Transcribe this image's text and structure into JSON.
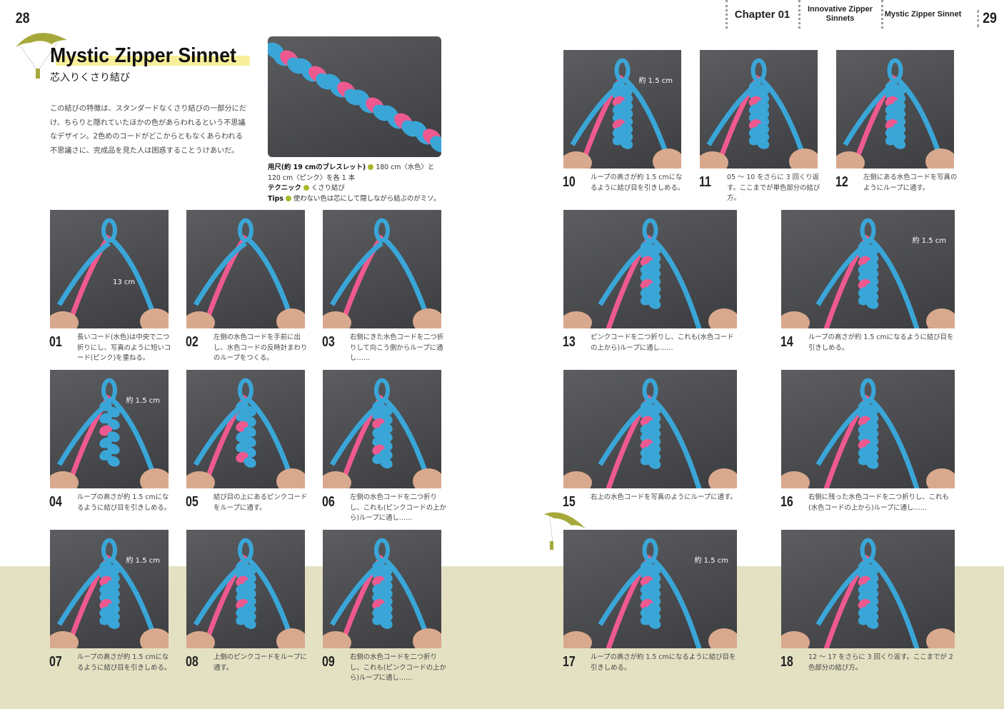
{
  "left_page": {
    "page_number": "28",
    "title": "Mystic Zipper Sinnet",
    "subtitle": "芯入りくさり結び",
    "intro": "この結びの特徴は、スタンダードなくさり結びの一部分にだけ、ちらりと隠れていたほかの色があらわれるという不思議なデザイン。2色めのコードがどこからともなくあらわれる不思議さに、完成品を見た人は困惑することうけあいだ。",
    "spec": {
      "size_label": "用尺(約 19 cmのブレスレット)",
      "size_value": "180 cm〈水色〉と 120 cm〈ピンク〉を各 1 本",
      "technique_label": "テクニック",
      "technique_value": "くさり結び",
      "tips_label": "Tips",
      "tips_value": "使わない色は芯にして隠しながら結ぶのがミソ。"
    }
  },
  "right_page": {
    "page_number": "29",
    "header_tabs": [
      {
        "label": "Chapter 01"
      },
      {
        "label": "Innovative Zipper Sinnets"
      },
      {
        "label": "Mystic Zipper Sinnet"
      }
    ]
  },
  "colors": {
    "blue_cord": "#3aa6d8",
    "pink_cord": "#ee5a8f",
    "accent_olive": "#a6a93a",
    "beige": "#e4e1c3",
    "highlight": "#f7ef9a"
  },
  "steps": [
    {
      "num": "01",
      "text": "長いコード(水色)は中央で二つ折りにし、写真のように短いコード(ピンク)を重ねる。",
      "photo_label": "13 cm"
    },
    {
      "num": "02",
      "text": "左側の水色コードを手前に出し、水色コードの反時計まわりのループをつくる。"
    },
    {
      "num": "03",
      "text": "右側にきた水色コードを二つ折りして向こう側からループに通し……"
    },
    {
      "num": "04",
      "text": "ループの高さが約 1.5 cmになるように結び目を引きしめる。",
      "photo_label": "約 1.5 cm"
    },
    {
      "num": "05",
      "text": "結び目の上にあるピンクコードをループに通す。"
    },
    {
      "num": "06",
      "text": "左側の水色コードを二つ折りし、これも(ピンクコードの上から)ループに通し……"
    },
    {
      "num": "07",
      "text": "ループの高さが約 1.5 cmになるように結び目を引きしめる。",
      "photo_label": "約 1.5 cm"
    },
    {
      "num": "08",
      "text": "上側のピンクコードをループに通す。"
    },
    {
      "num": "09",
      "text": "右側の水色コードを二つ折りし、これも(ピンクコードの上から)ループに通し……"
    },
    {
      "num": "10",
      "text": "ループの高さが約 1.5 cmになるように結び目を引きしめる。",
      "photo_label": "約 1.5 cm"
    },
    {
      "num": "11",
      "text": "05 ～ 10 をさらに 3 回くり返す。ここまでが単色部分の結び方。"
    },
    {
      "num": "12",
      "text": "左側にある水色コードを写真のようにループに通す。"
    },
    {
      "num": "13",
      "text": "ピンクコードを二つ折りし、これも(水色コードの上から)ループに通し……"
    },
    {
      "num": "14",
      "text": "ループの高さが約 1.5 cmになるように結び目を引きしめる。",
      "photo_label": "約 1.5 cm"
    },
    {
      "num": "15",
      "text": "右上の水色コードを写真のようにループに通す。"
    },
    {
      "num": "16",
      "text": "右側に残った水色コードを二つ折りし、これも(水色コードの上から)ループに通し……"
    },
    {
      "num": "17",
      "text": "ループの高さが約 1.5 cmになるように結び目を引きしめる。",
      "photo_label": "約 1.5 cm"
    },
    {
      "num": "18",
      "text": "12 ～ 17 をさらに 3 回くり返す。ここまでが 2 色部分の結び方。"
    }
  ]
}
